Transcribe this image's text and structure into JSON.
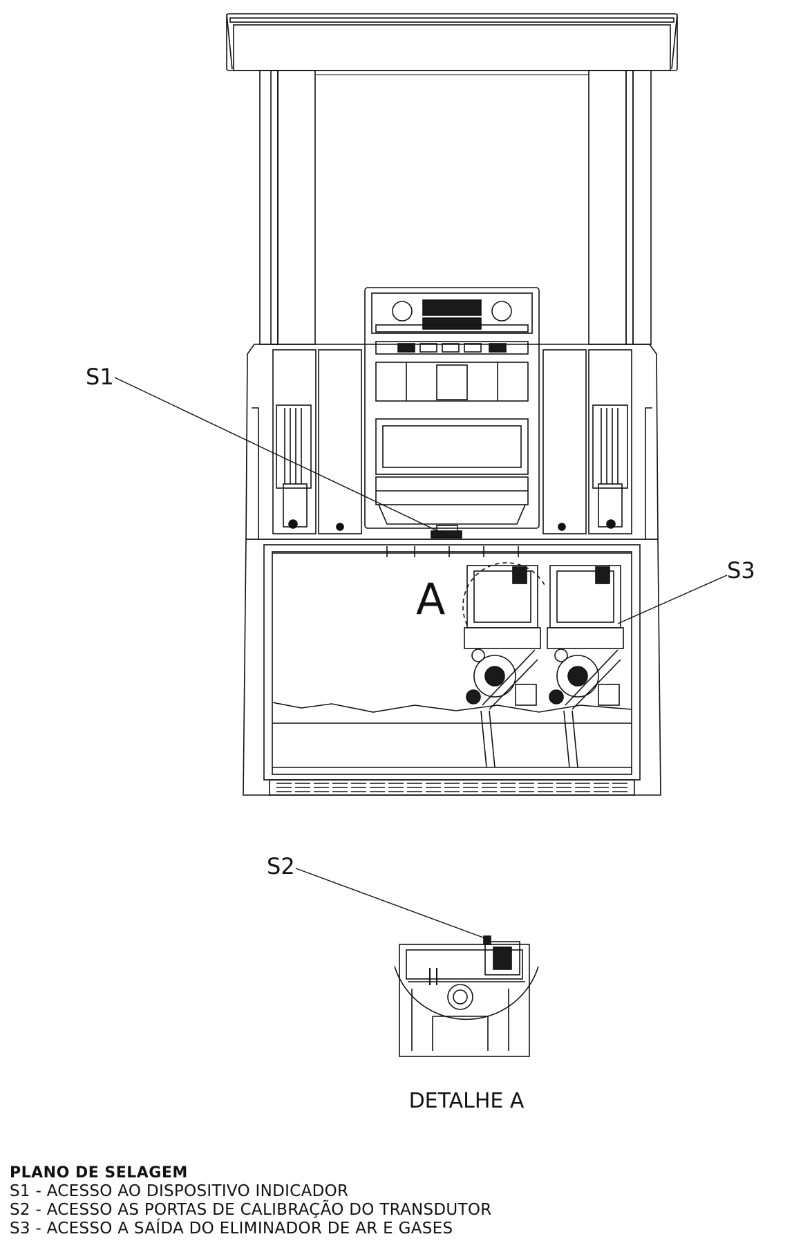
{
  "labels": {
    "s1": "S1",
    "s2": "S2",
    "s3": "S3",
    "detail_marker": "A",
    "detail_caption": "DETALHE A"
  },
  "legend": {
    "title": "PLANO DE SELAGEM",
    "items": [
      "S1 - ACESSO AO DISPOSITIVO INDICADOR",
      "S2 - ACESSO AS PORTAS DE CALIBRAÇÃO DO TRANSDUTOR",
      "S3 - ACESSO A SAÍDA DO ELIMINADOR DE AR E GASES"
    ]
  },
  "colors": {
    "line": "#111111",
    "fill_dark": "#1a1a1a",
    "background": "#ffffff"
  }
}
